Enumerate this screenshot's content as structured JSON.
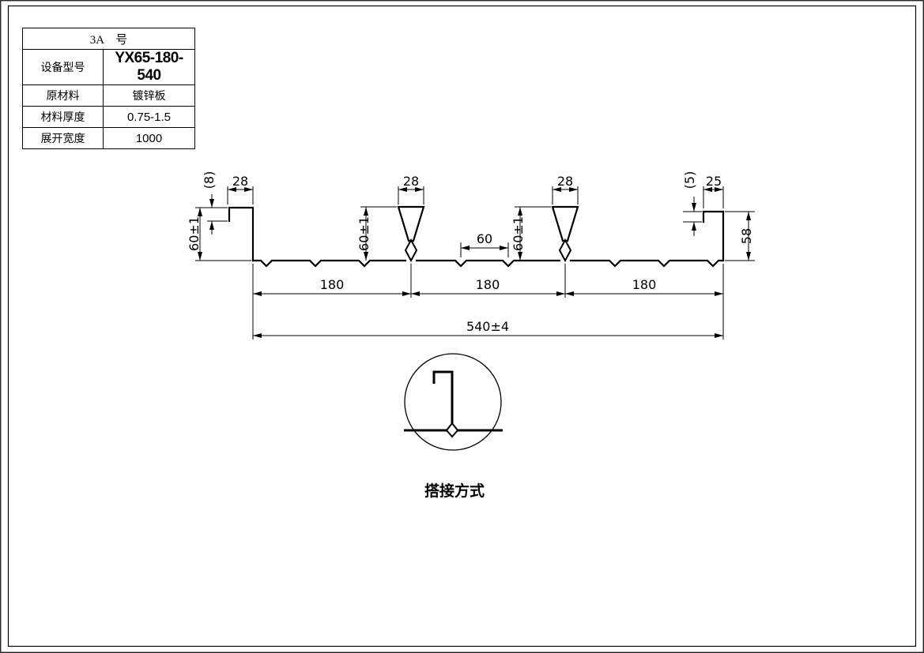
{
  "colors": {
    "line": "#000000",
    "background": "#ffffff"
  },
  "title_block": {
    "header": "3A　号",
    "rows": [
      {
        "label": "设备型号",
        "value": "YX65-180-540"
      },
      {
        "label": "原材料",
        "value": "镀锌板"
      },
      {
        "label": "材料厚度",
        "value": "0.75-1.5"
      },
      {
        "label": "展开宽度",
        "value": "1000"
      }
    ]
  },
  "drawing": {
    "dimensions": {
      "left_lip": "(8)",
      "left_top": "28",
      "left_height": "60±1",
      "rib1_top": "28",
      "rib1_height": "60±1",
      "center_flat": "60",
      "rib2_top": "28",
      "rib2_height": "60±1",
      "right_lip": "(5)",
      "right_top": "25",
      "right_height": "58",
      "span1": "180",
      "span2": "180",
      "span3": "180",
      "overall_width": "540±4"
    },
    "detail_caption": "搭接方式"
  }
}
